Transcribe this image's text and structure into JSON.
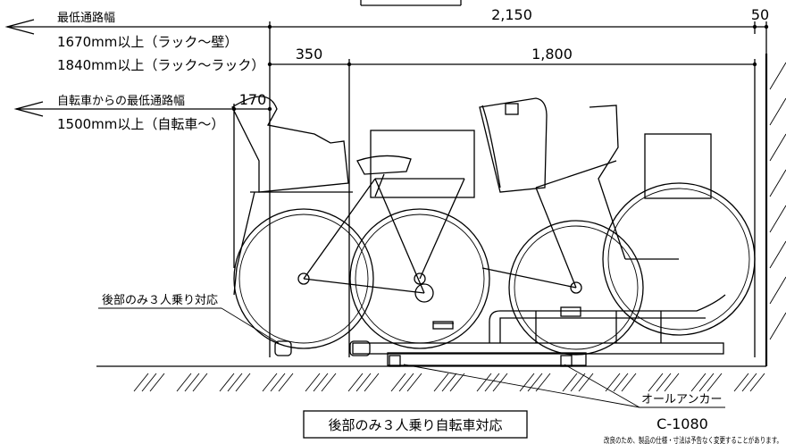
{
  "dimensions": {
    "total": "2,150",
    "margin_right": "50",
    "offset": "350",
    "bike_zone": "1,800",
    "rear_offset": "170"
  },
  "aisle": {
    "title": "最低通路幅",
    "rack_to_wall": "1670mm以上（ラック～壁）",
    "rack_to_rack": "1840mm以上（ラック～ラック）"
  },
  "aisle_bike": {
    "title": "自転車からの最低通路幅",
    "value": "1500mm以上（自転車～）"
  },
  "callouts": {
    "rear_three": "後部のみ３人乗り対応",
    "anchor_name": "オールアンカー",
    "anchor_code": "C-1080"
  },
  "caption": "後部のみ３人乗り自転車対応",
  "footnote": "改良のため、製品の仕様・寸法は予告なく変更することがあります。",
  "icons": [
    "left-arrow-icon",
    "left-arrow-icon"
  ]
}
